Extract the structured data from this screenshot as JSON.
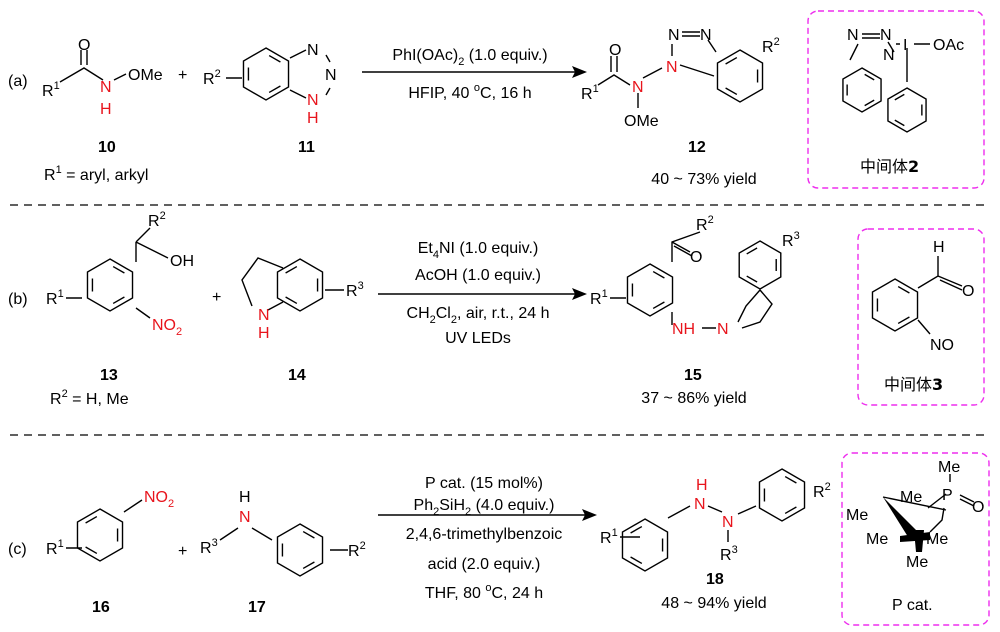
{
  "a": {
    "label": "(a)",
    "r1": "R",
    "r1_sup": "1",
    "o": "O",
    "n": "N",
    "h": "H",
    "ome": "OMe",
    "plus": "+",
    "r2": "R",
    "r2_sup": "2",
    "bt_n_top": "N",
    "bt_n_mid": "N",
    "bt_n_nh": "N",
    "bt_h": "H",
    "cmpd_10": "10",
    "cmpd_11": "11",
    "r1_def_r": "R",
    "r1_def_sup": "1",
    "r1_def_rest": " = aryl, arkyl",
    "cond_above_1": "PhI(OAc)",
    "cond_above_sub": "2",
    "cond_above_2": " (1.0 equiv.)",
    "cond_below_1": "HFIP, 40 ",
    "cond_below_sup": "o",
    "cond_below_2": "C, 16 h",
    "p_r1": "R",
    "p_r1_sup": "1",
    "p_o": "O",
    "p_n": "N",
    "p_ome": "OMe",
    "p_n1": "N",
    "p_n2": "N",
    "p_n3": "N",
    "p_r2": "R",
    "p_r2_sup": "2",
    "cmpd_12": "12",
    "yield": "40 ~ 73% yield",
    "int_n1": "N",
    "int_n2": "N",
    "int_n3": "N",
    "int_i": "I",
    "int_oac": "OAc",
    "int_label": "中间体",
    "int_num": "2"
  },
  "b": {
    "label": "(b)",
    "r1": "R",
    "r1_sup": "1",
    "r2": "R",
    "r2_sup": "2",
    "oh": "OH",
    "no": "NO",
    "no_sub": "2",
    "plus": "+",
    "nh_n": "N",
    "nh_h": "H",
    "r3": "R",
    "r3_sup": "3",
    "cmpd_13": "13",
    "cmpd_14": "14",
    "r2_def_r": "R",
    "r2_def_sup": "2",
    "r2_def_rest": " = H, Me",
    "cond_1a": "Et",
    "cond_1sub": "4",
    "cond_1b": "NI (1.0 equiv.)",
    "cond_2": "AcOH (1.0 equiv.)",
    "cond_3a": "CH",
    "cond_3sub1": "2",
    "cond_3b": "Cl",
    "cond_3sub2": "2",
    "cond_3c": ", air, r.t., 24 h",
    "cond_4": "UV LEDs",
    "p_r1": "R",
    "p_r1_sup": "1",
    "p_r2": "R",
    "p_r2_sup": "2",
    "p_o": "O",
    "p_nh": "NH",
    "p_dash": "–",
    "p_n": "N",
    "p_r3": "R",
    "p_r3_sup": "3",
    "cmpd_15": "15",
    "yield": "37 ~ 86% yield",
    "int_h": "H",
    "int_o": "O",
    "int_no": "NO",
    "int_label": "中间体",
    "int_num": "3"
  },
  "c": {
    "label": "(c)",
    "r1": "R",
    "r1_sup": "1",
    "no": "NO",
    "no_sub": "2",
    "plus": "+",
    "r3": "R",
    "r3_sup": "3",
    "nh_h": "H",
    "nh_n": "N",
    "r2": "R",
    "r2_sup": "2",
    "cmpd_16": "16",
    "cmpd_17": "17",
    "cond_1": "P cat. (15 mol%)",
    "cond_2a": "Ph",
    "cond_2sub1": "2",
    "cond_2b": "SiH",
    "cond_2sub2": "2",
    "cond_2c": " (4.0 equiv.)",
    "cond_3": "2,4,6-trimethylbenzoic",
    "cond_4": "acid (2.0 equiv.)",
    "cond_5a": "THF, 80 ",
    "cond_5sup": "o",
    "cond_5b": "C, 24 h",
    "p_r1": "R",
    "p_r1_sup": "1",
    "p_h": "H",
    "p_n1": "N",
    "p_n2": "N",
    "p_r3": "R",
    "p_r3_sup": "3",
    "p_r2": "R",
    "p_r2_sup": "2",
    "cmpd_18": "18",
    "yield": "48 ~ 94% yield",
    "cat_me_top": "Me",
    "cat_p": "P",
    "cat_o": "O",
    "cat_me1": "Me",
    "cat_me2": "Me",
    "cat_me3": "Me",
    "cat_me4": "Me",
    "cat_me5": "Me",
    "cat_label": "P cat."
  }
}
